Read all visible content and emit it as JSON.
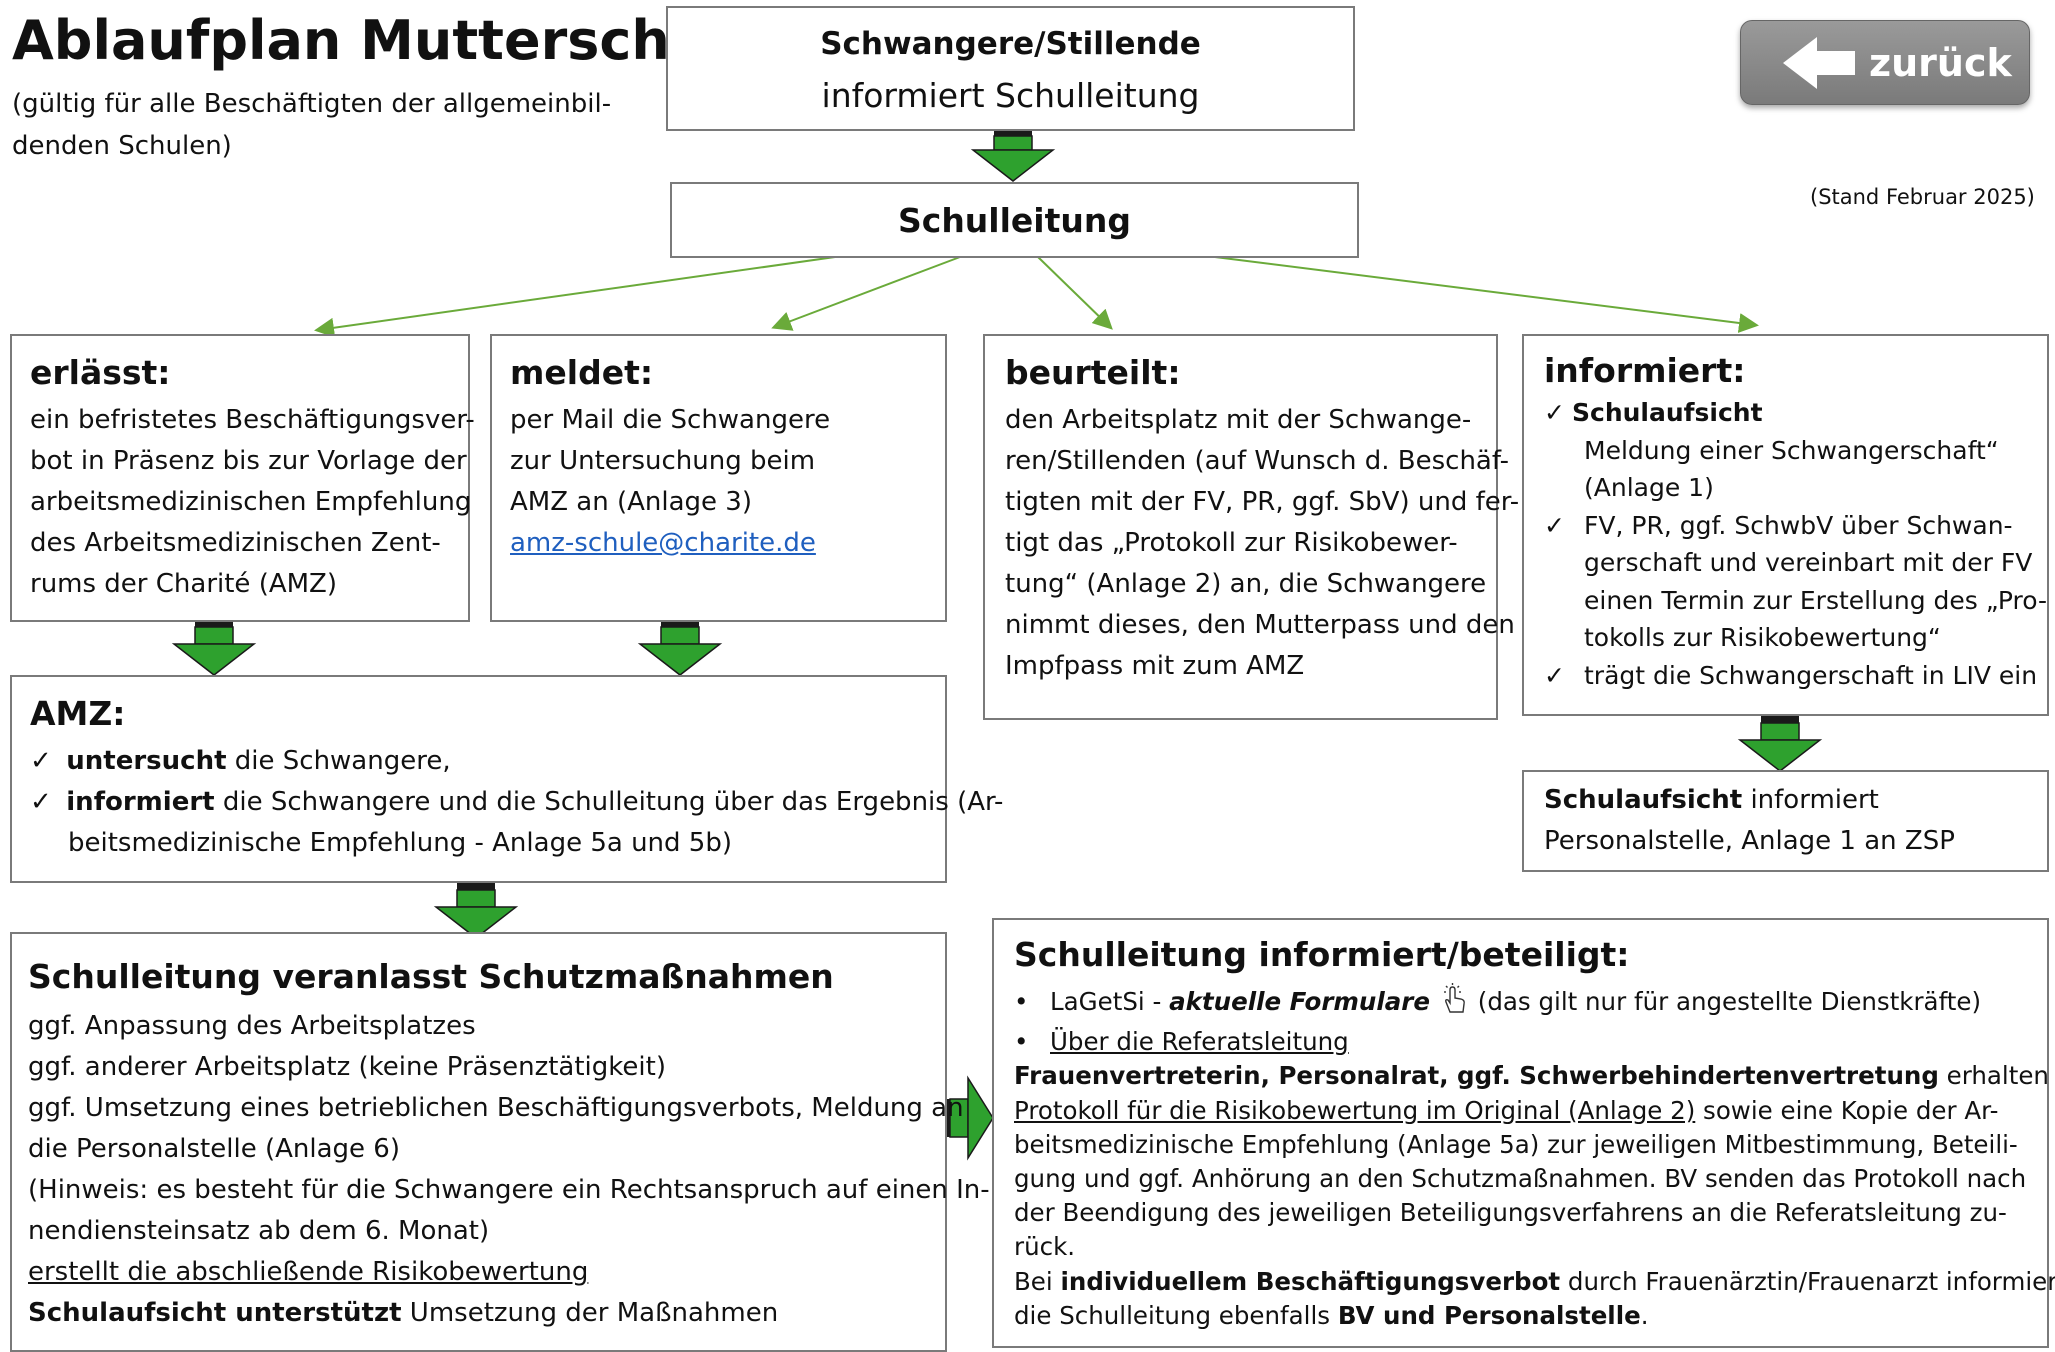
{
  "header": {
    "title": "Ablaufplan Mutterschutz",
    "subtitle_line1": "(gültig für alle Beschäftigten der allgemeinbil-",
    "subtitle_line2": "denden Schulen)",
    "stand": "(Stand Februar 2025)",
    "back_label": "zurück"
  },
  "top_box": {
    "line1": "Schwangere/Stillende",
    "line2": "informiert Schulleitung"
  },
  "schulleitung_box": {
    "label": "Schulleitung"
  },
  "erlaesst": {
    "heading": "erlässt:",
    "lines": [
      "ein befristetes Beschäftigungsver-",
      "bot in Präsenz bis zur Vorlage der",
      "arbeitsmedizinischen Empfehlung",
      "des Arbeitsmedizinischen Zent-",
      "rums der Charité (AMZ)"
    ]
  },
  "meldet": {
    "heading": "meldet:",
    "lines": [
      "per Mail die Schwangere",
      "zur Untersuchung beim",
      "AMZ an (Anlage 3)"
    ],
    "email": "amz-schule@charite.de"
  },
  "beurteilt": {
    "heading": "beurteilt:",
    "lines": [
      "den Arbeitsplatz mit der Schwange-",
      "ren/Stillenden (auf Wunsch d. Beschäf-",
      "tigten mit der FV, PR, ggf. SbV) und fer-",
      "tigt das „Protokoll zur Risikobewer-",
      "tung“ (Anlage 2) an, die Schwangere",
      "nimmt dieses, den Mutterpass und den",
      "Impfpass mit zum AMZ"
    ]
  },
  "informiert": {
    "heading": "informiert:",
    "item1_bold": "Schulaufsicht",
    "item1_lines": [
      "Meldung einer Schwangerschaft“",
      "(Anlage 1)"
    ],
    "item2_lines": [
      "FV, PR, ggf. SchwbV über Schwan-",
      "gerschaft und vereinbart mit der FV",
      "einen Termin zur Erstellung des „Pro-",
      "tokolls zur Risikobewertung“"
    ],
    "item3": "trägt die Schwangerschaft in LIV ein"
  },
  "schulaufsicht_box": {
    "bold": "Schulaufsicht",
    "rest": " informiert",
    "line2": "Personalstelle, Anlage 1 an ZSP"
  },
  "amz": {
    "heading": "AMZ:",
    "item1_bold": "untersucht",
    "item1_rest": " die Schwangere,",
    "item2_bold": "informiert",
    "item2_rest": " die Schwangere und die Schulleitung über das Ergebnis (Ar-",
    "item2_line2": "beitsmedizinische Empfehlung - Anlage 5a und 5b)"
  },
  "massnahmen": {
    "heading": "Schulleitung veranlasst Schutzmaßnahmen",
    "lines": [
      "ggf. Anpassung des Arbeitsplatzes",
      "ggf. anderer Arbeitsplatz (keine Präsenztätigkeit)",
      "ggf. Umsetzung eines betrieblichen Beschäftigungsverbots, Meldung an",
      "die Personalstelle (Anlage 6)",
      "(Hinweis: es besteht für die Schwangere ein Rechtsanspruch auf einen In-",
      "nendiensteinsatz ab dem 6. Monat)"
    ],
    "underlined": "erstellt die abschließende Risikobewertung",
    "last_bold": "Schulaufsicht unterstützt",
    "last_rest": " Umsetzung der Maßnahmen"
  },
  "beteiligt": {
    "heading": "Schulleitung informiert/beteiligt:",
    "bullet1_pre": "LaGetSi - ",
    "bullet1_bold_italic": "aktuelle Formulare",
    "bullet1_post": "(das gilt nur für angestellte Dienstkräfte)",
    "bullet2": "Über die Referatsleitung",
    "p1_bold": "Frauenvertreterin, Personalrat, ggf. Schwerbehindertenvertretung",
    "p1_rest": " erhalten das",
    "p1_l2_underlined": "Protokoll für die Risikobewertung im Original (Anlage 2)",
    "p1_l2_rest": " sowie eine Kopie der Ar-",
    "p1_lines": [
      "beitsmedizinische Empfehlung (Anlage 5a) zur jeweiligen Mitbestimmung, Beteili-",
      "gung und ggf. Anhörung an den Schutzmaßnahmen. BV senden das Protokoll nach",
      "der Beendigung des jeweiligen Beteiligungsverfahrens an die Referatsleitung zu-",
      "rück."
    ],
    "p2_pre": "Bei ",
    "p2_bold": "individuellem Beschäftigungsverbot",
    "p2_rest": " durch Frauenärztin/Frauenarzt informiert",
    "p2_l2_pre": "die Schulleitung ebenfalls ",
    "p2_l2_bold": "BV und Personalstelle",
    "p2_l2_end": "."
  },
  "colors": {
    "arrow_green": "#2ea12e",
    "arrow_cap": "#1a1a1a",
    "line_green": "#6aaa3a",
    "box_border": "#7a7a7a",
    "button_gray": "#8a8a8a"
  }
}
